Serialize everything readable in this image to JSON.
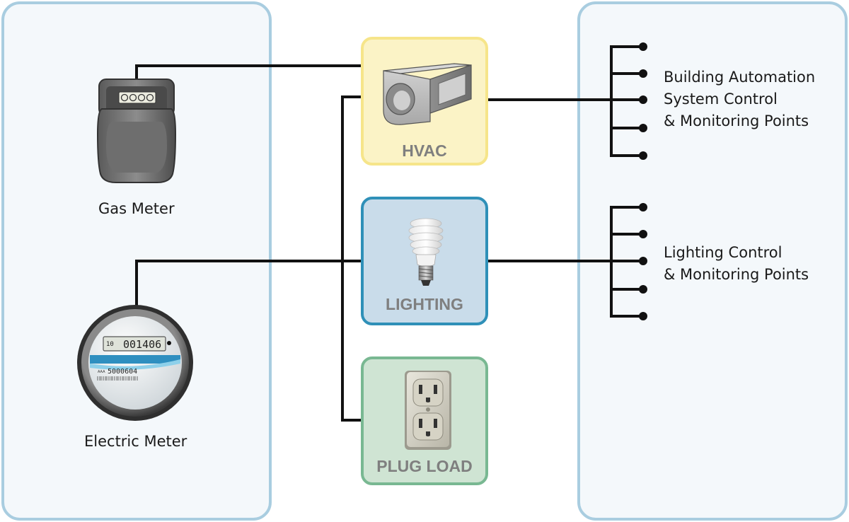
{
  "meters": {
    "gas_label": "Gas Meter",
    "electric_label": "Electric Meter",
    "electric_display": "001406",
    "electric_display_prefix": "10",
    "electric_serial": "5000604",
    "electric_small_mark": "AAA"
  },
  "loads": {
    "hvac_label": "HVAC",
    "lighting_label": "LIGHTING",
    "plug_label": "PLUG LOAD"
  },
  "control_points": {
    "bas_label": "Building Automation\nSystem Control\n& Monitoring Points",
    "lighting_label": "Lighting Control\n& Monitoring Points"
  },
  "colors": {
    "panel_border": "#a9cde0",
    "hvac_border": "#f6e58a",
    "lighting_border": "#2f90b8",
    "plug_border": "#79b892",
    "wire": "#111111"
  }
}
